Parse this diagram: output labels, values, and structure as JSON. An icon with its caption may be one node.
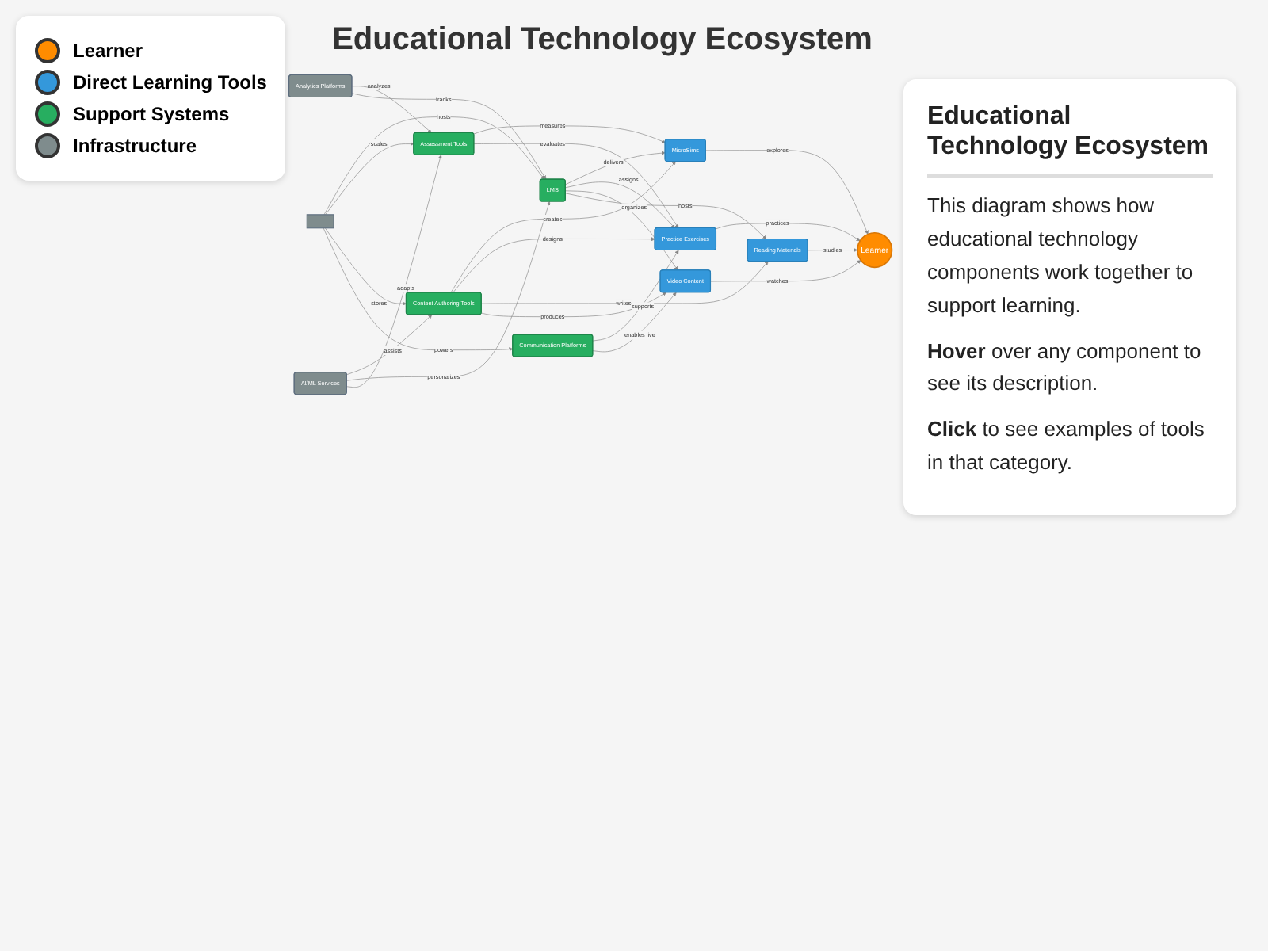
{
  "diagram": {
    "title": "Educational Technology Ecosystem",
    "nodes": [
      {
        "text": [],
        "shape": "box"
      },
      {
        "text": [
          "LMS"
        ]
      },
      {
        "text": [
          "MicroSims"
        ]
      },
      {
        "text": [
          "Assessment Tools"
        ]
      },
      {
        "text": [
          "Analytics Platforms"
        ]
      },
      {
        "text": [
          "Practice Exercises"
        ]
      },
      {
        "text": [
          "Learner"
        ]
      },
      {
        "text": [
          "Video Content"
        ]
      },
      {
        "text": [
          "Reading Materials"
        ]
      },
      {
        "text": [
          "Content Authoring Tools"
        ]
      },
      {
        "text": [
          "Communication Platforms"
        ]
      },
      {
        "text": [
          "AI/ML Services"
        ]
      }
    ],
    "edges": [
      {
        "from": 0,
        "to": 1,
        "arrow": "to",
        "label": "hosts"
      },
      {
        "from": 0,
        "to": 3,
        "arrow": "to",
        "label": "scales"
      },
      {
        "from": 1,
        "to": 2,
        "arrow": "to",
        "label": "delivers"
      },
      {
        "from": 3,
        "to": 2,
        "arrow": "to",
        "label": "measures"
      },
      {
        "from": 4,
        "to": 3,
        "arrow": "to",
        "label": "analyzes"
      },
      {
        "from": 1,
        "to": 5,
        "arrow": "to",
        "label": "assigns"
      },
      {
        "from": 1,
        "to": 7,
        "arrow": "to",
        "label": "organizes"
      },
      {
        "from": 4,
        "to": 1,
        "arrow": "to",
        "label": "tracks"
      },
      {
        "from": 2,
        "to": 6,
        "arrow": "to",
        "label": "explores"
      },
      {
        "from": 3,
        "to": 5,
        "arrow": "to",
        "label": "evaluates"
      },
      {
        "from": 5,
        "to": 6,
        "arrow": "to",
        "label": "practices"
      },
      {
        "from": 7,
        "to": 6,
        "arrow": "to",
        "label": "watches"
      },
      {
        "from": 8,
        "to": 6,
        "arrow": "to",
        "label": "studies"
      },
      {
        "from": 1,
        "to": 8,
        "arrow": "to",
        "label": "hosts"
      },
      {
        "from": 0,
        "to": 9,
        "arrow": "to",
        "label": "stores"
      },
      {
        "from": 9,
        "to": 2,
        "arrow": "to",
        "label": "creates"
      },
      {
        "from": 9,
        "to": 5,
        "arrow": "to",
        "label": "designs"
      },
      {
        "from": 9,
        "to": 8,
        "arrow": "to",
        "label": "writes"
      },
      {
        "from": 9,
        "to": 7,
        "arrow": "to",
        "label": "produces"
      },
      {
        "from": 10,
        "to": 5,
        "arrow": "to",
        "label": "supports"
      },
      {
        "from": 0,
        "to": 10,
        "arrow": "to",
        "label": "powers"
      },
      {
        "from": 10,
        "to": 7,
        "arrow": "to",
        "label": "enables live"
      },
      {
        "from": 11,
        "to": 9,
        "arrow": "to",
        "label": "assists"
      },
      {
        "from": 11,
        "to": 1,
        "arrow": "to",
        "label": "personalizes"
      },
      {
        "from": 11,
        "to": 3,
        "arrow": "to",
        "label": "adapts"
      }
    ],
    "labels": [
      "Educational Technology Ecosystem",
      "This diagram shows how educational technology components work together to support learning.",
      "**Hover** over any component to see its description.",
      "**Click** to see examples of tools in that category."
    ],
    "legend": [
      {
        "text": "Learner",
        "color": "#ff8c00"
      },
      {
        "text": "Direct Learning Tools",
        "color": "#3498db"
      },
      {
        "text": "Support Systems",
        "color": "#27ae60"
      },
      {
        "text": "Infrastructure",
        "color": "#7f8c8d"
      }
    ]
  }
}
